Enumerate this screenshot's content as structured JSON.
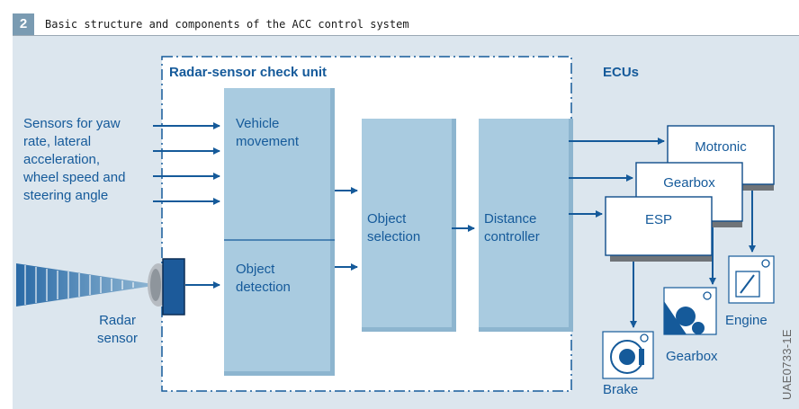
{
  "figure": {
    "number": "2",
    "title": "Basic structure and components of the ACC control system",
    "code": "UAE0733-1E"
  },
  "labels": {
    "check_unit": "Radar-sensor check unit",
    "ecus": "ECUs",
    "sensors": [
      "Sensors for yaw",
      "rate, lateral",
      "acceleration,",
      "wheel speed and",
      "steering angle"
    ],
    "radar": [
      "Radar",
      "sensor"
    ],
    "vehicle_movement": [
      "Vehicle",
      "movement"
    ],
    "object_detection": [
      "Object",
      "detection"
    ],
    "object_selection": [
      "Object",
      "selection"
    ],
    "distance_controller": [
      "Distance",
      "controller"
    ],
    "ecu_motronic": "Motronic",
    "ecu_gearbox": "Gearbox",
    "ecu_esp": "ESP",
    "act_brake": "Brake",
    "act_gearbox": "Gearbox",
    "act_engine": "Engine"
  },
  "colors": {
    "blue": "#155a9a",
    "panel": "#dce6ee",
    "block": "#a9cbe0"
  }
}
